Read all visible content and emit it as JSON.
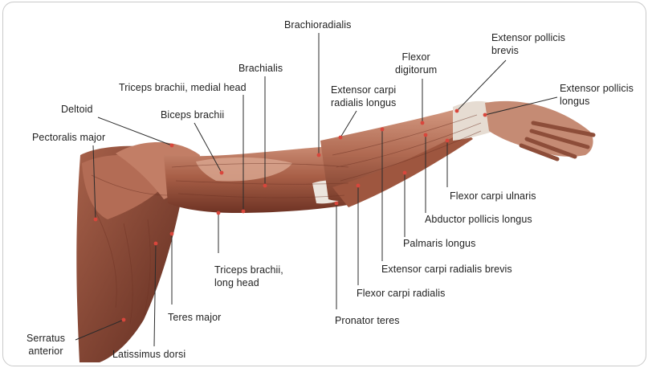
{
  "labels": {
    "brachioradialis": "Brachioradialis",
    "flexor_digitorum": "Flexor\ndigitorum",
    "extensor_pollicis_brevis": "Extensor pollicis\nbrevis",
    "extensor_pollicis_longus": "Extensor pollicis\nlongus",
    "brachialis": "Brachialis",
    "triceps_medial_head": "Triceps brachii, medial head",
    "extensor_carpi_radialis_longus": "Extensor carpi\nradialis longus",
    "deltoid": "Deltoid",
    "biceps_brachii": "Biceps brachii",
    "pectoralis_major": "Pectoralis major",
    "flexor_carpi_ulnaris": "Flexor carpi ulnaris",
    "abductor_pollicis_longus": "Abductor pollicis longus",
    "palmaris_longus": "Palmaris longus",
    "extensor_carpi_radialis_brevis": "Extensor carpi radialis brevis",
    "triceps_long_head": "Triceps brachii,\nlong head",
    "flexor_carpi_radialis": "Flexor carpi radialis",
    "teres_major": "Teres major",
    "pronator_teres": "Pronator teres",
    "serratus_anterior": "Serratus\nanterior",
    "latissimus_dorsi": "Latissimus dorsi"
  },
  "colors": {
    "leader_line": "#2b2b2b",
    "marker_dot": "#d9463c",
    "muscle_dark": "#7a3b2a",
    "muscle_mid": "#b9735c",
    "muscle_light": "#dcae98",
    "tendon": "#e9e2dc"
  }
}
